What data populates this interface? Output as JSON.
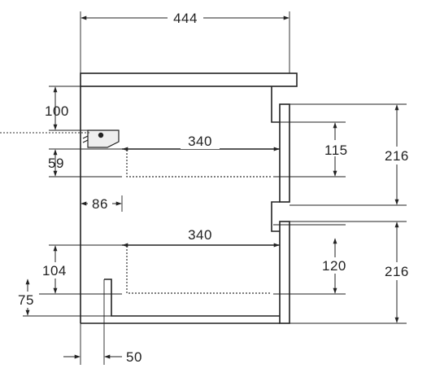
{
  "dimensions": {
    "total_width": "444",
    "top_offset": "100",
    "drawer_inner_depth_top": "340",
    "drawer_inner_depth_bottom": "340",
    "drawer_front_top": "115",
    "drawer_front_bottom": "120",
    "top_drawer_height": "216",
    "bottom_drawer_height": "216",
    "upper_gap": "59",
    "side_offset": "86",
    "lower_gap": "104",
    "base_height": "75",
    "base_setback": "50"
  },
  "colors": {
    "line": "#222222",
    "dotted": "#333333"
  }
}
